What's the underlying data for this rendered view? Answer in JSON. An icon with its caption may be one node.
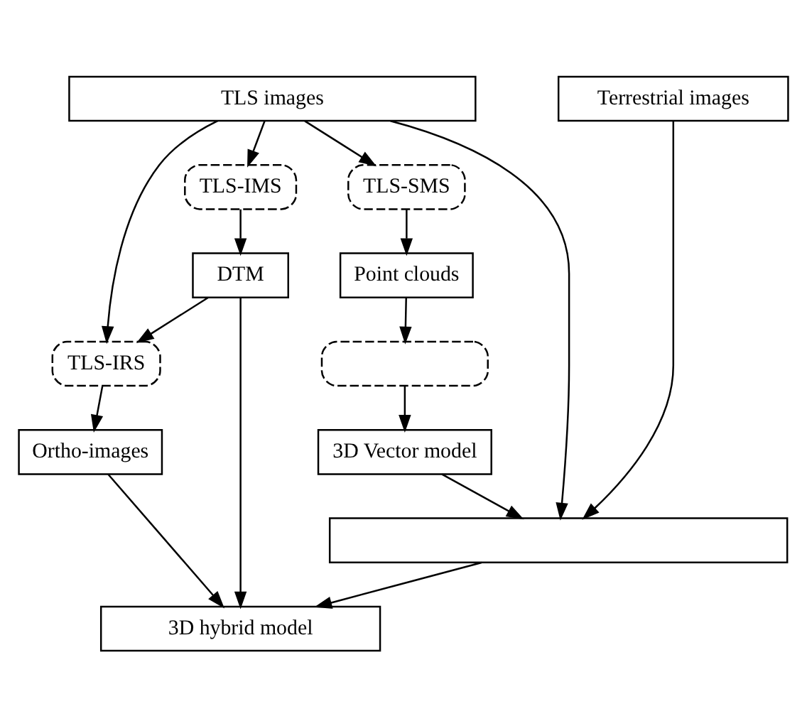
{
  "diagram": {
    "nodes": [
      {
        "text": [
          "TLS images"
        ]
      },
      {
        "text": [
          "Terrestrial images"
        ]
      },
      {
        "text": [
          "TLS-IMS"
        ]
      },
      {
        "text": [
          "TLS-SMS"
        ]
      },
      {
        "text": [
          "DTM"
        ]
      },
      {
        "text": [
          "Point clouds"
        ]
      },
      {
        "text": [
          "TLS-IRS"
        ]
      },
      {
        "text": [],
        "shape": "box"
      },
      {
        "text": [
          "Ortho-images"
        ]
      },
      {
        "text": [
          "3D Vector model"
        ]
      },
      {
        "text": [],
        "shape": "box"
      },
      {
        "text": [
          "3D hybrid model"
        ]
      }
    ],
    "edges": [
      {
        "from": 0,
        "to": 2,
        "arrow": "to"
      },
      {
        "from": 0,
        "to": 3,
        "arrow": "to"
      },
      {
        "from": 0,
        "to": 6,
        "arrow": "to"
      },
      {
        "from": 0,
        "to": 10,
        "arrow": "to"
      },
      {
        "from": 1,
        "to": 10,
        "arrow": "to"
      },
      {
        "from": 2,
        "to": 4,
        "arrow": "to"
      },
      {
        "from": 4,
        "to": 6,
        "arrow": "to"
      },
      {
        "from": 3,
        "to": 5,
        "arrow": "to"
      },
      {
        "from": 5,
        "to": 7,
        "arrow": "to"
      },
      {
        "from": 7,
        "to": 9,
        "arrow": "to"
      },
      {
        "from": 9,
        "to": 10,
        "arrow": "to"
      },
      {
        "from": 6,
        "to": 8,
        "arrow": "to"
      },
      {
        "from": 8,
        "to": 11,
        "arrow": "to"
      },
      {
        "from": 4,
        "to": 11,
        "arrow": "to"
      },
      {
        "from": 10,
        "to": 11,
        "arrow": "to"
      }
    ]
  }
}
